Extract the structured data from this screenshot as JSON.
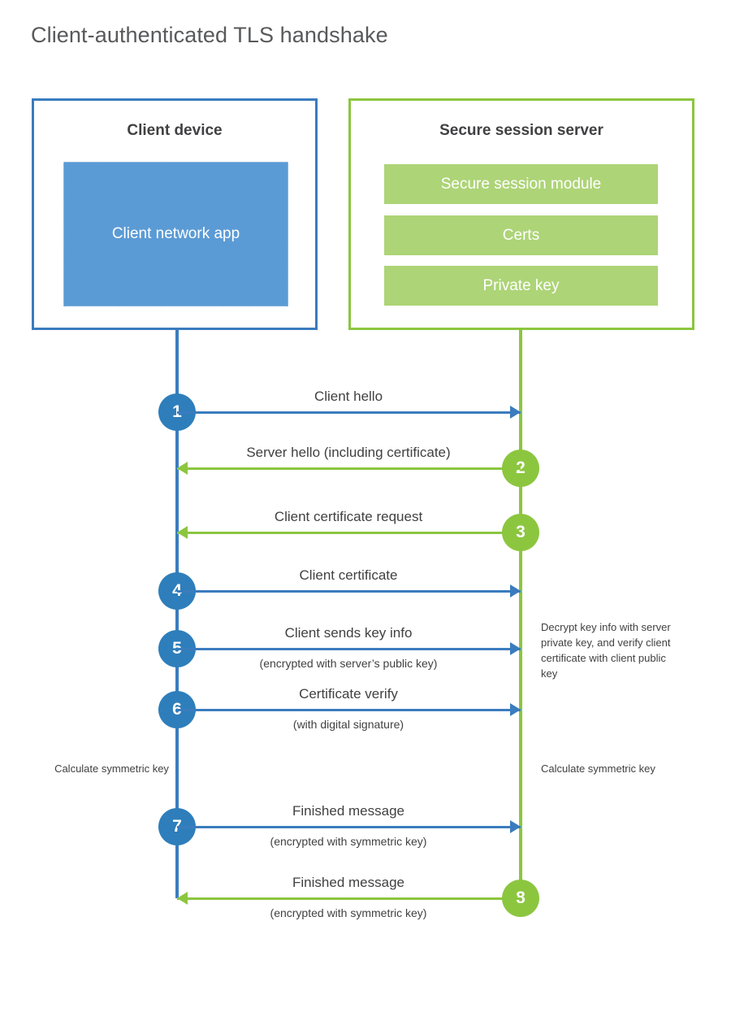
{
  "title": "Client-authenticated TLS handshake",
  "colors": {
    "blue_border": "#3a7cbe",
    "blue_circle": "#2e7ebb",
    "blue_fill": "#5b9bd5",
    "green_border": "#8cc63f",
    "green_circle": "#8cc63f",
    "green_fill": "#add477",
    "text": "#414042",
    "title_text": "#58595b"
  },
  "client": {
    "title": "Client device",
    "app_label": "Client network app"
  },
  "server": {
    "title": "Secure session server",
    "modules": [
      {
        "label": "Secure session module"
      },
      {
        "label": "Certs"
      },
      {
        "label": "Private key"
      }
    ]
  },
  "steps": [
    {
      "number": "1",
      "label": "Client hello",
      "sub": "",
      "from": "client",
      "direction": "right",
      "color": "blue"
    },
    {
      "number": "2",
      "label": "Server hello (including certificate)",
      "sub": "",
      "from": "server",
      "direction": "left",
      "color": "green"
    },
    {
      "number": "3",
      "label": "Client certificate request",
      "sub": "",
      "from": "server",
      "direction": "left",
      "color": "green"
    },
    {
      "number": "4",
      "label": "Client certificate",
      "sub": "",
      "from": "client",
      "direction": "right",
      "color": "blue"
    },
    {
      "number": "5",
      "label": "Client sends key info",
      "sub": "(encrypted with server’s public key)",
      "from": "client",
      "direction": "right",
      "color": "blue"
    },
    {
      "number": "6",
      "label": "Certificate verify",
      "sub": "(with digital signature)",
      "from": "client",
      "direction": "right",
      "color": "blue"
    },
    {
      "number": "7",
      "label": "Finished message",
      "sub": "(encrypted with symmetric key)",
      "from": "client",
      "direction": "right",
      "color": "blue"
    },
    {
      "number": "8",
      "label": "Finished message",
      "sub": "(encrypted with symmetric key)",
      "from": "server",
      "direction": "left",
      "color": "green"
    }
  ],
  "notes": {
    "decrypt": "Decrypt key info with server private key, and verify client certificate with client public key",
    "calculate_client": "Calculate symmetric key",
    "calculate_server": "Calculate symmetric key"
  }
}
